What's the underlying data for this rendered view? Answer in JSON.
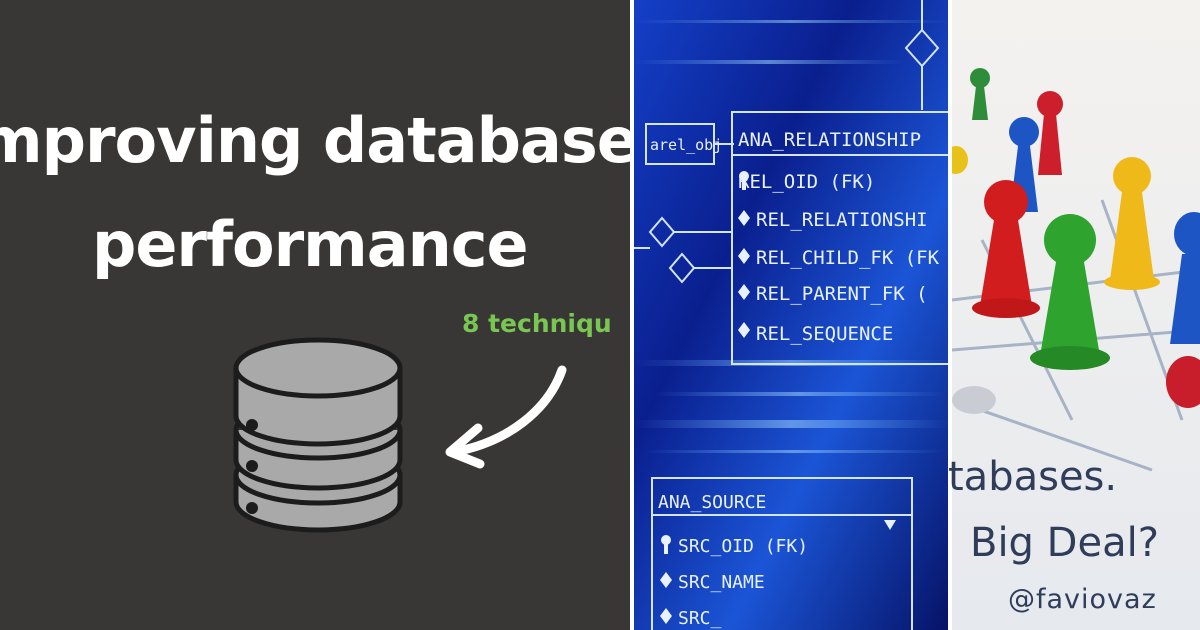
{
  "left_panel": {
    "title_line1": "mproving database",
    "title_line2": "performance",
    "subtitle": "8 techniqu",
    "colors": {
      "background": "#383735",
      "title": "#ffffff",
      "subtitle": "#79c653",
      "icon_fill": "#a9a9a9"
    },
    "icons": [
      "database-icon",
      "curved-arrow-icon"
    ]
  },
  "middle_panel": {
    "table_label_left": "arel_obj",
    "table1": {
      "name": "ANA_RELATIONSHIP",
      "fields": [
        "REL_OID (FK)",
        "REL_RELATIONSHI",
        "REL_CHILD_FK (FK",
        "REL_PARENT_FK (",
        "REL_SEQUENCE"
      ]
    },
    "table2": {
      "name": "ANA_SOURCE",
      "fields": [
        "SRC_OID (FK)",
        "SRC_NAME",
        "SRC_"
      ]
    },
    "colors": {
      "background": "#0b1d8c",
      "line": "#cfe0ff"
    }
  },
  "right_panel": {
    "line1": "tabases.",
    "line2": "Big Deal?",
    "handle": "@faviovaz",
    "colors": {
      "background": "#eef0f3",
      "text": "#2f3d5a"
    }
  }
}
